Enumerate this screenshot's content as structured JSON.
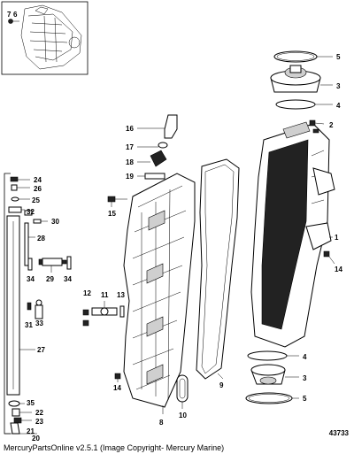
{
  "callouts": {
    "c1": "1",
    "c2": "2",
    "c3a": "3",
    "c3b": "3",
    "c4a": "4",
    "c4b": "4",
    "c5a": "5",
    "c5b": "5",
    "c6": "6",
    "c7": "7",
    "c8": "8",
    "c9": "9",
    "c10": "10",
    "c11": "11",
    "c12": "12",
    "c13": "13",
    "c14a": "14",
    "c14b": "14",
    "c15": "15",
    "c16": "16",
    "c17": "17",
    "c18": "18",
    "c19": "19",
    "c20": "20",
    "c21": "21",
    "c22": "22",
    "c23": "23",
    "c24": "24",
    "c25": "25",
    "c26": "26",
    "c27": "27",
    "c28": "28",
    "c29": "29",
    "c30": "30",
    "c31": "31",
    "c32": "32",
    "c33": "33",
    "c34a": "34",
    "c34b": "34",
    "c35": "35"
  },
  "drawing_number": "43733",
  "copyright": "MercuryPartsOnline v2.5.1 (Image Copyright- Mercury Marine)"
}
